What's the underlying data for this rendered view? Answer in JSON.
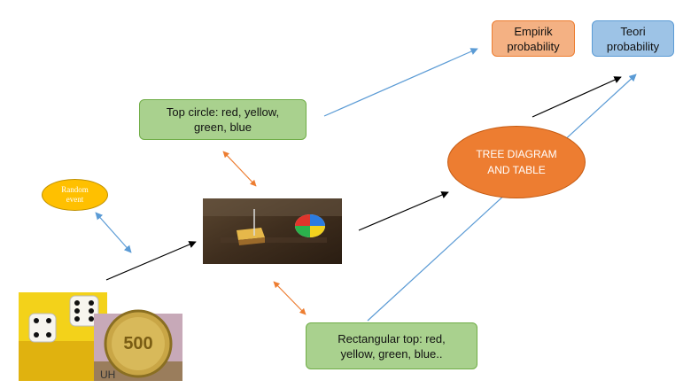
{
  "nodes": {
    "empirik": "Empirik probability",
    "teori": "Teori probability",
    "top_circle": "Top circle: red, yellow, green, blue",
    "tree": "TREE DIAGRAM AND TABLE",
    "random_event": "Random event",
    "rect_top": "Rectangular top: red, yellow, green, blue..",
    "coin_value": "500"
  },
  "colors": {
    "green_fill": "#a9d18e",
    "orange": "#ed7d31",
    "blue_arrow": "#5b9bd5",
    "black_arrow": "#000000",
    "yellow": "#ffc000"
  },
  "images": {
    "spinning_tops": "photo of two spinning tops on a wooden table",
    "dice_coin": "photo of dice and a 500 coin"
  }
}
